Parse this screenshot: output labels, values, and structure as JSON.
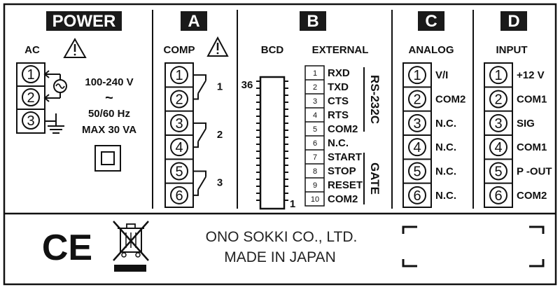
{
  "sections": {
    "power": {
      "title": "POWER",
      "sub": "AC",
      "spec_voltage": "100-240 V",
      "spec_wave": "~",
      "spec_freq": "50/60 Hz",
      "spec_power": "MAX 30 VA",
      "terminals": [
        "1",
        "2",
        "3"
      ]
    },
    "a": {
      "title": "A",
      "sub": "COMP",
      "terminals": [
        "1",
        "2",
        "3",
        "4",
        "5",
        "6"
      ],
      "relays": [
        "1",
        "2",
        "3"
      ]
    },
    "b": {
      "title": "B",
      "bcd_label": "BCD",
      "ext_label": "EXTERNAL",
      "bcd_top": "36",
      "bcd_bottom": "1",
      "pins": [
        {
          "num": "1",
          "label": "RXD"
        },
        {
          "num": "2",
          "label": "TXD"
        },
        {
          "num": "3",
          "label": "CTS"
        },
        {
          "num": "4",
          "label": "RTS"
        },
        {
          "num": "5",
          "label": "COM2"
        },
        {
          "num": "6",
          "label": "N.C."
        },
        {
          "num": "7",
          "label": "START"
        },
        {
          "num": "8",
          "label": "STOP"
        },
        {
          "num": "9",
          "label": "RESET"
        },
        {
          "num": "10",
          "label": "COM2"
        }
      ],
      "group_rs": "RS-232C",
      "group_gate": "GATE"
    },
    "c": {
      "title": "C",
      "sub": "ANALOG",
      "terminals": [
        "1",
        "2",
        "3",
        "4",
        "5",
        "6"
      ],
      "labels": [
        "V/I",
        "COM2",
        "N.C.",
        "N.C.",
        "N.C.",
        "N.C."
      ]
    },
    "d": {
      "title": "D",
      "sub": "INPUT",
      "terminals": [
        "1",
        "2",
        "3",
        "4",
        "5",
        "6"
      ],
      "labels": [
        "+12 V",
        "COM1",
        "SIG",
        "COM1",
        "P -OUT",
        "COM2"
      ]
    }
  },
  "footer": {
    "ce_mark": "CE",
    "company": "ONO SOKKI CO., LTD.",
    "origin": "MADE IN JAPAN"
  },
  "colors": {
    "ink": "#111111",
    "header_bg": "#1a1a1a"
  }
}
